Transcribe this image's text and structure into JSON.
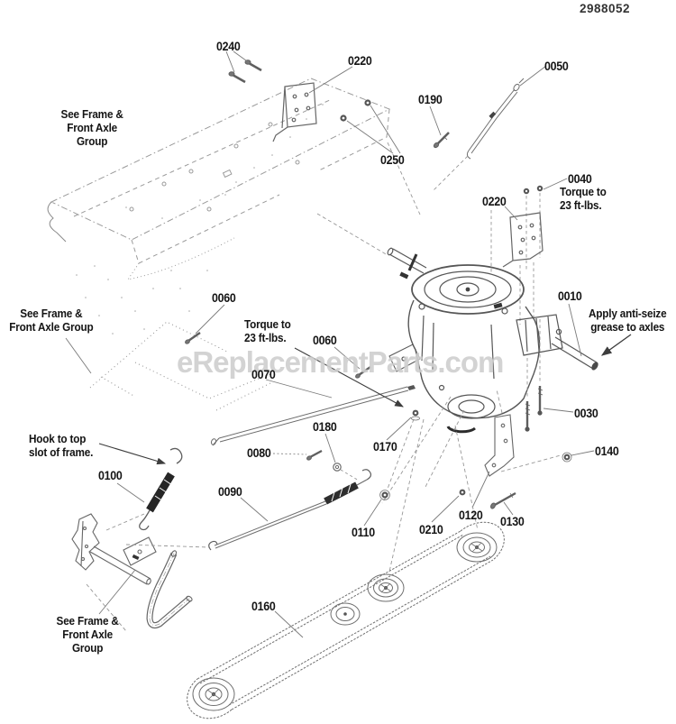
{
  "page": {
    "doc_number": "2988052",
    "watermark": "eReplacementParts.com"
  },
  "parts": {
    "0010": "0010",
    "0030": "0030",
    "0040": "0040",
    "0050": "0050",
    "0060": "0060",
    "0070": "0070",
    "0080": "0080",
    "0090": "0090",
    "0100": "0100",
    "0110": "0110",
    "0120": "0120",
    "0130": "0130",
    "0140": "0140",
    "0160": "0160",
    "0170": "0170",
    "0180": "0180",
    "0190": "0190",
    "0210": "0210",
    "0220": "0220",
    "0240": "0240",
    "0250": "0250"
  },
  "notes": {
    "torque": "Torque to\n23 ft-lbs.",
    "see_frame": "See Frame &\nFront Axle Group",
    "hook": "Hook to top\nslot of frame.",
    "anti_seize": "Apply anti-seize\ngrease to axles"
  }
}
